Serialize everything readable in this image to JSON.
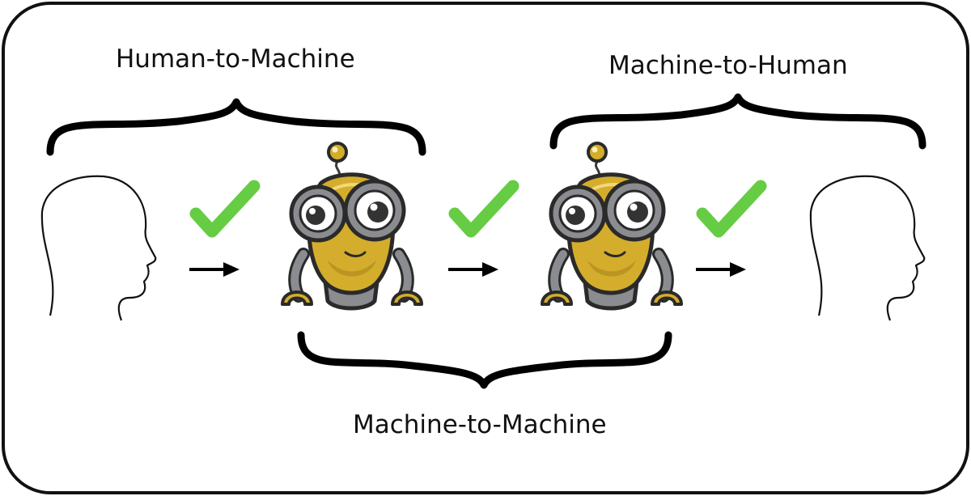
{
  "labels": {
    "human_to_machine": "Human-to-Machine",
    "machine_to_human": "Machine-to-Human",
    "machine_to_machine": "Machine-to-Machine"
  },
  "nodes": [
    {
      "id": "human-sender",
      "icon": "human-head-profile-icon"
    },
    {
      "id": "robot-1",
      "icon": "robot-icon"
    },
    {
      "id": "robot-2",
      "icon": "robot-icon"
    },
    {
      "id": "human-receiver",
      "icon": "human-head-profile-icon"
    }
  ],
  "links": [
    {
      "from": "human-sender",
      "to": "robot-1",
      "status": "success",
      "icon": "checkmark-icon"
    },
    {
      "from": "robot-1",
      "to": "robot-2",
      "status": "success",
      "icon": "checkmark-icon"
    },
    {
      "from": "robot-2",
      "to": "human-receiver",
      "status": "success",
      "icon": "checkmark-icon"
    }
  ],
  "colors": {
    "check": "#66cc44",
    "robot_body": "#d4ad2c",
    "robot_metal": "#8a8c90",
    "outline": "#111111",
    "border": "#111111"
  }
}
